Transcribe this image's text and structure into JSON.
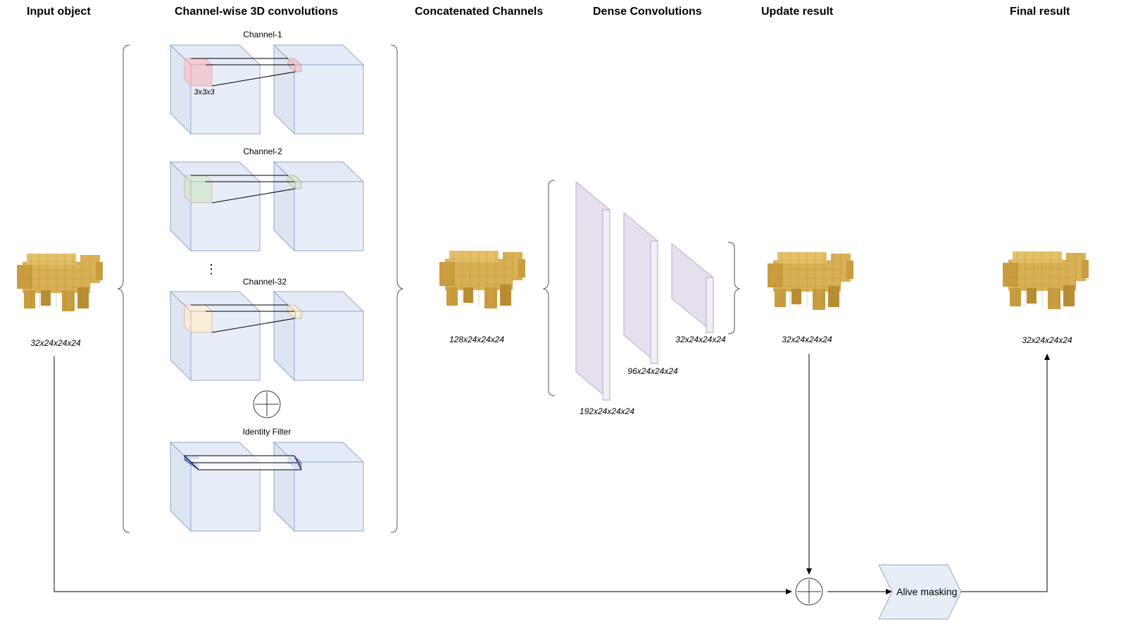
{
  "headers": {
    "input": "Input object",
    "channelwise": "Channel-wise 3D convolutions",
    "concat": "Concatenated Channels",
    "dense": "Dense Convolutions",
    "update": "Update result",
    "final": "Final result"
  },
  "channels": {
    "ch1": "Channel-1",
    "ch2": "Channel-2",
    "ch32": "Channel-32",
    "identity": "Identity Filter",
    "kernel": "3x3x3",
    "ellipsis": "⋮"
  },
  "dims": {
    "input": "32x24x24x24",
    "concat": "128x24x24x24",
    "dense1": "192x24x24x24",
    "dense2": "96x24x24x24",
    "dense3": "32x24x24x24",
    "update": "32x24x24x24",
    "final": "32x24x24x24"
  },
  "masking": {
    "label": "Alive masking"
  },
  "colors": {
    "cube_face": "#e8eef8",
    "cube_edge": "#8fa8c8",
    "kernel_red": "#f4c9cf",
    "kernel_green": "#d5e8d4",
    "kernel_yellow": "#fcefd5",
    "kernel_blue": "#6d8fe8",
    "dense_face": "#e6e0ee",
    "dense_edge": "#b9a7cf",
    "voxel": "#d9b054"
  }
}
